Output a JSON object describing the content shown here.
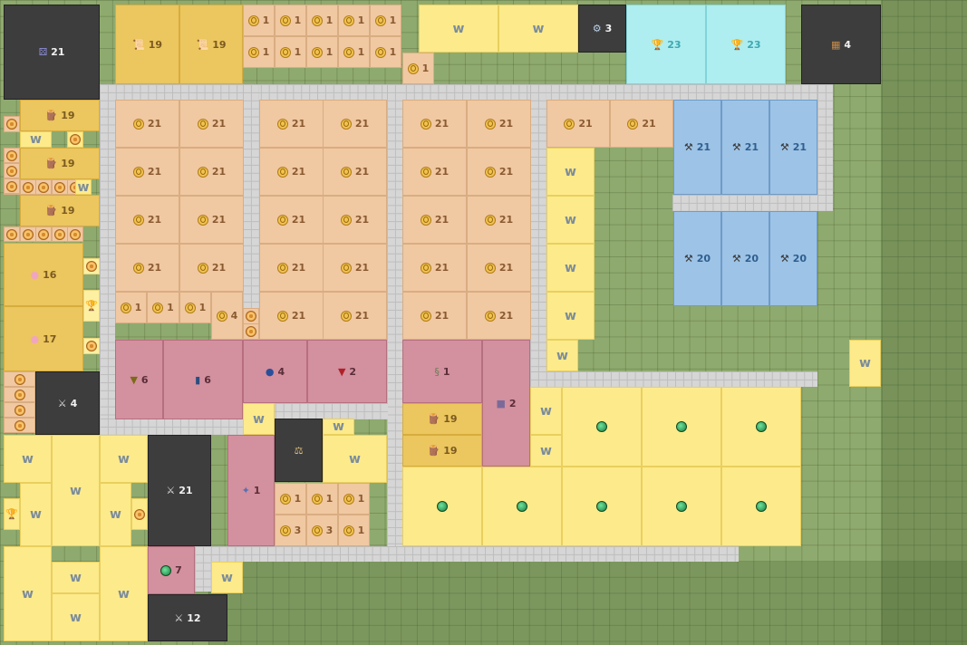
{
  "colors": {
    "grass": "#8faa6e",
    "path": "#d6d6d6",
    "peach": "#f0c8a2",
    "yellow": "#fdea8a",
    "gold": "#ecc65e",
    "pink": "#d3909e",
    "blue": "#9dc3e6",
    "cyan": "#aeeef0",
    "dark": "#3d3d3d"
  },
  "tiles": [
    {
      "name": "storage-dark",
      "color": "dark",
      "icon": "dice-icon",
      "label": "21"
    },
    {
      "name": "scroll-plot",
      "color": "gold",
      "icon": "scroll-icon",
      "label": "19"
    },
    {
      "name": "scroll-plot",
      "color": "gold",
      "icon": "scroll-icon",
      "label": "19"
    },
    {
      "name": "coin-plot",
      "color": "peach",
      "icon": "coin-icon",
      "label": "1"
    },
    {
      "name": "coin-plot",
      "color": "peach",
      "icon": "coin-icon",
      "label": "1"
    },
    {
      "name": "coin-plot",
      "color": "peach",
      "icon": "coin-icon",
      "label": "1"
    },
    {
      "name": "coin-plot",
      "color": "peach",
      "icon": "coin-icon",
      "label": "1"
    },
    {
      "name": "coin-plot",
      "color": "peach",
      "icon": "coin-icon",
      "label": "1"
    },
    {
      "name": "coin-plot",
      "color": "peach",
      "icon": "coin-icon",
      "label": "1"
    },
    {
      "name": "coin-plot",
      "color": "peach",
      "icon": "coin-icon",
      "label": "1"
    },
    {
      "name": "coin-plot",
      "color": "peach",
      "icon": "coin-icon",
      "label": "1"
    },
    {
      "name": "coin-plot",
      "color": "peach",
      "icon": "coin-icon",
      "label": "1"
    },
    {
      "name": "coin-plot",
      "color": "peach",
      "icon": "coin-icon",
      "label": "1"
    },
    {
      "name": "coin-plot",
      "color": "peach",
      "icon": "coin-icon",
      "label": "1"
    },
    {
      "name": "wing-plot",
      "color": "yellow",
      "icon": "wing-icon",
      "label": ""
    },
    {
      "name": "wing-plot",
      "color": "yellow",
      "icon": "wing-icon",
      "label": ""
    },
    {
      "name": "mech-dark",
      "color": "dark",
      "icon": "gear-icon",
      "label": "3"
    },
    {
      "name": "trophy-cyan",
      "color": "cyan",
      "icon": "trophy-icon",
      "label": "23"
    },
    {
      "name": "trophy-cyan",
      "color": "cyan",
      "icon": "trophy-icon",
      "label": "23"
    },
    {
      "name": "map-dark",
      "color": "dark",
      "icon": "map-icon",
      "label": "4"
    },
    {
      "name": "log-plot",
      "color": "gold",
      "icon": "log-icon",
      "label": "19"
    },
    {
      "name": "small-plot",
      "color": "peach",
      "icon": "flower-icon",
      "label": ""
    },
    {
      "name": "small-plot",
      "color": "yellow",
      "icon": "wing-icon",
      "label": ""
    },
    {
      "name": "small-plot",
      "color": "peach",
      "icon": "flower-icon",
      "label": ""
    },
    {
      "name": "log-plot",
      "color": "gold",
      "icon": "log-icon",
      "label": "19"
    },
    {
      "name": "log-plot",
      "color": "gold",
      "icon": "log-icon",
      "label": "19"
    },
    {
      "name": "pink-plot",
      "color": "gold",
      "icon": "blob-icon",
      "label": "16"
    },
    {
      "name": "pink-plot",
      "color": "gold",
      "icon": "blob-icon",
      "label": "17"
    },
    {
      "name": "coin-21",
      "color": "peach",
      "icon": "coin-icon",
      "label": "21"
    },
    {
      "name": "tool-plot",
      "color": "blue",
      "icon": "hammer-icon",
      "label": "21"
    },
    {
      "name": "tool-plot",
      "color": "blue",
      "icon": "hammer-icon",
      "label": "20"
    },
    {
      "name": "pink-plot",
      "color": "pink",
      "icon": "triangle-icon",
      "label": "6"
    },
    {
      "name": "pink-plot",
      "color": "pink",
      "icon": "book-icon",
      "label": "6"
    },
    {
      "name": "pink-plot",
      "color": "pink",
      "icon": "ball-icon",
      "label": "4"
    },
    {
      "name": "pink-plot",
      "color": "pink",
      "icon": "gem-icon",
      "label": "2"
    },
    {
      "name": "pink-plot",
      "color": "pink",
      "icon": "snail-icon",
      "label": "1"
    },
    {
      "name": "pink-plot",
      "color": "pink",
      "icon": "cube-icon",
      "label": "2"
    },
    {
      "name": "pink-plot",
      "color": "pink",
      "icon": "butterfly-icon",
      "label": "1"
    },
    {
      "name": "pink-plot",
      "color": "pink",
      "icon": "orb-icon",
      "label": "7"
    },
    {
      "name": "sword-dark",
      "color": "dark",
      "icon": "swords-icon",
      "label": "4"
    },
    {
      "name": "sword-dark",
      "color": "dark",
      "icon": "swords-icon",
      "label": "21"
    },
    {
      "name": "sword-dark",
      "color": "dark",
      "icon": "swords-icon",
      "label": "12"
    },
    {
      "name": "scale-dark",
      "color": "dark",
      "icon": "scale-icon",
      "label": ""
    },
    {
      "name": "coin-plot",
      "color": "peach",
      "icon": "coin-icon",
      "label": "4"
    },
    {
      "name": "coin-plot",
      "color": "peach",
      "icon": "coin-icon",
      "label": "3"
    },
    {
      "name": "orb-plot",
      "color": "yellow",
      "icon": "orb-icon",
      "label": ""
    }
  ]
}
